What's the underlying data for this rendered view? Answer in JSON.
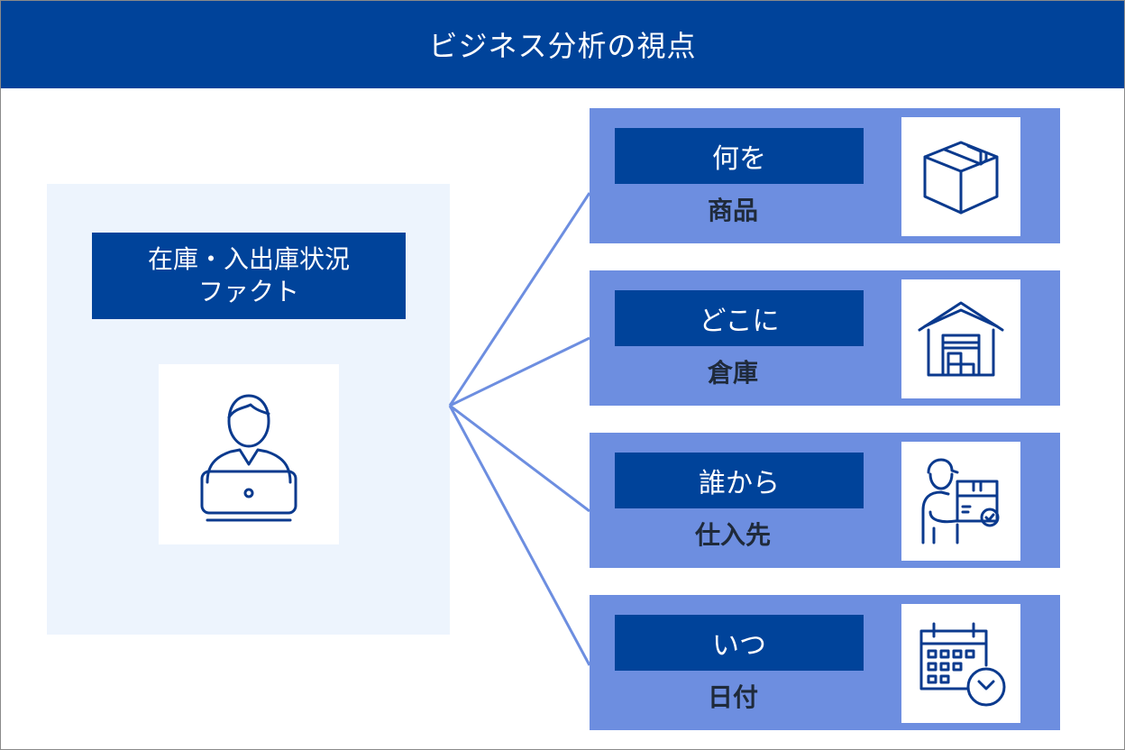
{
  "title": "ビジネス分析の視点",
  "fact": {
    "line1": "在庫・入出庫状況",
    "line2": "ファクト",
    "icon": "person-laptop-icon"
  },
  "colors": {
    "primary": "#00439a",
    "row_bg": "#6d8ee0",
    "panel_bg": "#edf4fd",
    "connector": "#6d8ee0"
  },
  "rows": [
    {
      "label": "何を",
      "sub": "商品",
      "icon": "box-icon"
    },
    {
      "label": "どこに",
      "sub": "倉庫",
      "icon": "warehouse-icon"
    },
    {
      "label": "誰から",
      "sub": "仕入先",
      "icon": "delivery-person-icon"
    },
    {
      "label": "いつ",
      "sub": "日付",
      "icon": "calendar-clock-icon"
    }
  ]
}
